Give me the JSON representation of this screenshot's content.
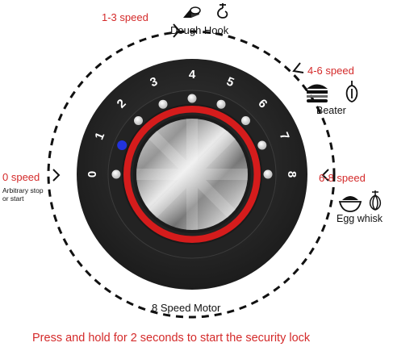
{
  "dial": {
    "numbers": [
      "0",
      "1",
      "2",
      "3",
      "4",
      "5",
      "6",
      "7",
      "8"
    ],
    "selected_index": 1,
    "motor_label": "8 Speed Motor"
  },
  "modes": {
    "dough": {
      "range": "1-3 speed",
      "name": "Dough Hook"
    },
    "beater": {
      "range": "4-6 speed",
      "name": "Beater"
    },
    "whisk": {
      "range": "6-8 speed",
      "name": "Egg whisk"
    },
    "zero": {
      "range": "0 speed",
      "note_line1": "Arbitrary stop",
      "note_line2": "or start"
    }
  },
  "footer": {
    "text": "Press and hold for 2 seconds to start the security lock"
  },
  "colors": {
    "accent_red": "#d42a2a",
    "indicator_blue": "#2233dd",
    "knob_body": "#2b2b2b"
  },
  "icons": [
    "bread-loaf-icon",
    "dough-hook-icon",
    "burger-icon",
    "beater-icon",
    "bowl-icon",
    "whisk-icon"
  ]
}
